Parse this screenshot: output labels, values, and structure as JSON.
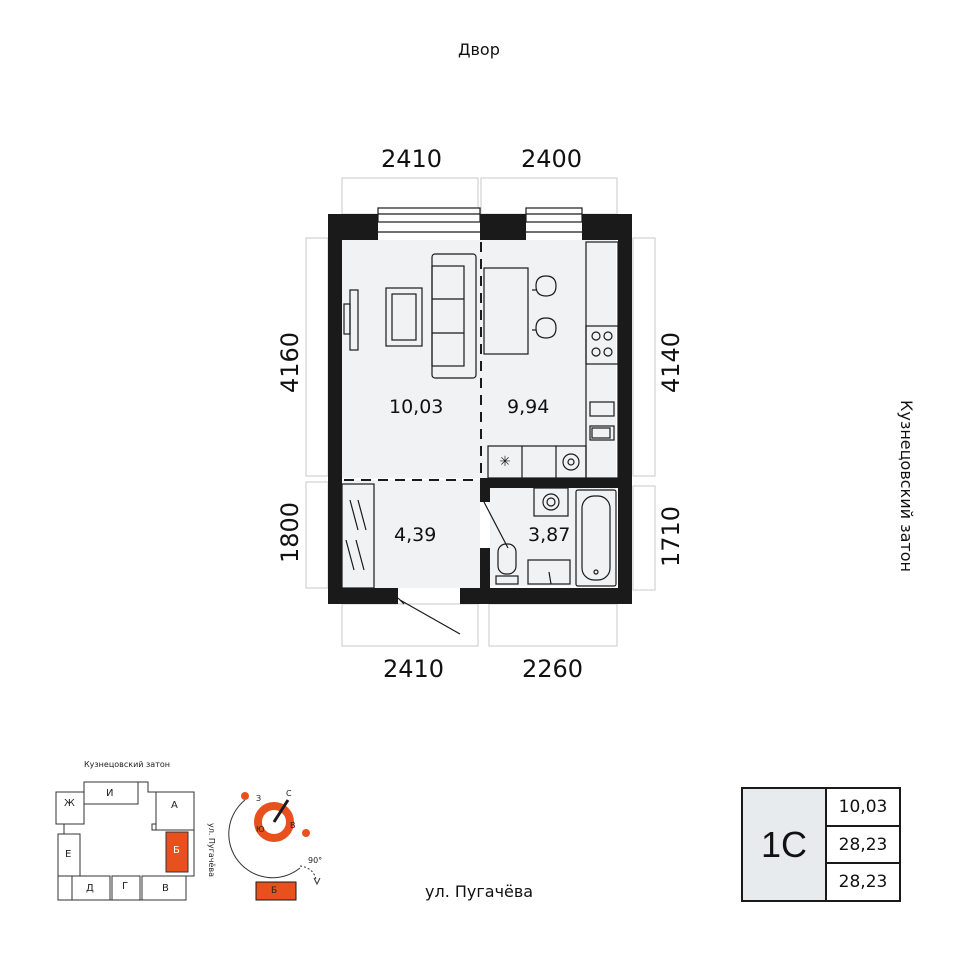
{
  "labels": {
    "top_street": "Двор",
    "right_street": "Кузнецовский затон",
    "bottom_street": "ул. Пугачёва"
  },
  "dimensions": {
    "top_left": "2410",
    "top_right": "2400",
    "bottom_left": "2410",
    "bottom_right": "2260",
    "left_upper": "4160",
    "left_lower": "1800",
    "right_upper": "4140",
    "right_lower": "1710"
  },
  "rooms": {
    "living": "10,03",
    "kitchen": "9,94",
    "hall": "4,39",
    "bathroom": "3,87"
  },
  "site_plan": {
    "street_top": "Кузнецовский затон",
    "street_side": "ул. Пугачёва",
    "sections": [
      "Ж",
      "И",
      "А",
      "Е",
      "Б",
      "Д",
      "Г",
      "В"
    ],
    "highlight_section": "Б",
    "highlight_color": "#e8501e"
  },
  "compass": {
    "north": "С",
    "south": "Ю",
    "west": "З",
    "east": "В",
    "rotation": "90°",
    "section_badge": "Б"
  },
  "summary": {
    "code": "1С",
    "living_area": "10,03",
    "total_area": "28,23",
    "total_area_2": "28,23"
  },
  "colors": {
    "accent": "#e8501e",
    "wall": "#1a1a1a",
    "floor": "#f0f2f4",
    "summary_bg": "#e8ebee"
  }
}
